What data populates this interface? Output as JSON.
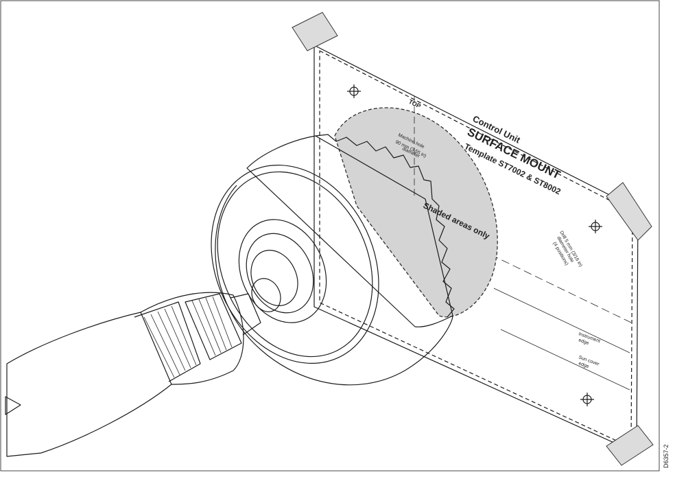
{
  "template": {
    "top_label": "TOP",
    "machine_hole": [
      "Machine hole",
      "90 mm (3.55 in)",
      "diameter"
    ],
    "title_line1": "Control Unit",
    "title_line2": "SURFACE MOUNT",
    "title_line3": "Template ST7002 & ST8002",
    "shaded_note": "Shaded areas only",
    "drill_note": [
      "Drill 5 mm (3/16 in)",
      "diameter hole",
      "(4 positions)"
    ],
    "instrument_edge": [
      "Instrument",
      "edge"
    ],
    "sun_cover_edge": [
      "Sun cover",
      "edge"
    ]
  },
  "figure_id": "D6357-2",
  "colors": {
    "shaded": "#d4d4d4",
    "tape": "#dcdcdc",
    "line": "#1a1a1a"
  }
}
